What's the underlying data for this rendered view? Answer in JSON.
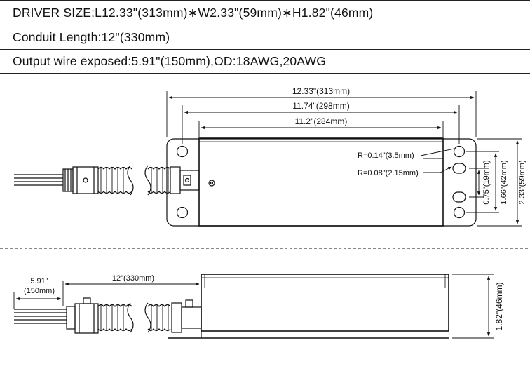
{
  "header": {
    "driver_size": "DRIVER SIZE:L12.33\"(313mm)∗W2.33\"(59mm)∗H1.82\"(46mm)",
    "conduit_length": "Conduit Length:12\"(330mm)",
    "output_wire": "Output wire exposed:5.91\"(150mm),OD:18AWG,20AWG"
  },
  "top_view": {
    "dim_overall": "12.33\"(313mm)",
    "dim_mount": "11.74\"(298mm)",
    "dim_body": "11.2\"(284mm)",
    "radius_large": "R=0.14\"(3.5mm)",
    "radius_small": "R=0.08\"(2.15mm)",
    "dim_slot_spacing": "0.75\"(19mm)",
    "dim_hole_spacing": "1.66\"(42mm)",
    "dim_width": "2.33\"(59mm)"
  },
  "side_view": {
    "dim_wire_exposed_in": "5.91\"",
    "dim_wire_exposed_mm": "(150mm)",
    "dim_conduit": "12\"(330mm)",
    "dim_height": "1.82\"(46mm)"
  }
}
